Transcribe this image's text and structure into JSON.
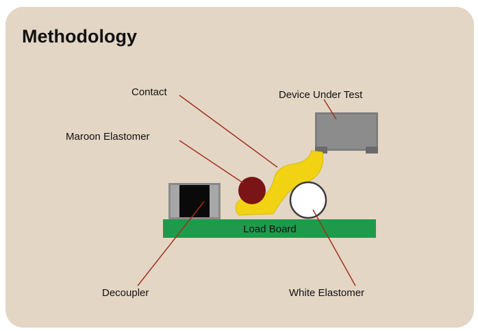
{
  "title": "Methodology",
  "labels": {
    "contact": "Contact",
    "device_under_test": "Device Under Test",
    "maroon_elastomer": "Maroon Elastomer",
    "load_board": "Load Board",
    "decoupler": "Decoupler",
    "white_elastomer": "White Elastomer"
  },
  "colors": {
    "card_background": "#e3d6c4",
    "leader_line": "#a0301e",
    "load_board": "#1f9a4a",
    "contact": "#f2d313",
    "maroon_elastomer": "#7a1417",
    "white_elastomer": "#ffffff",
    "device": "#7d7d7d",
    "decoupler_body": "#0a0a0a",
    "decoupler_terminals": "#8a8a8a"
  }
}
